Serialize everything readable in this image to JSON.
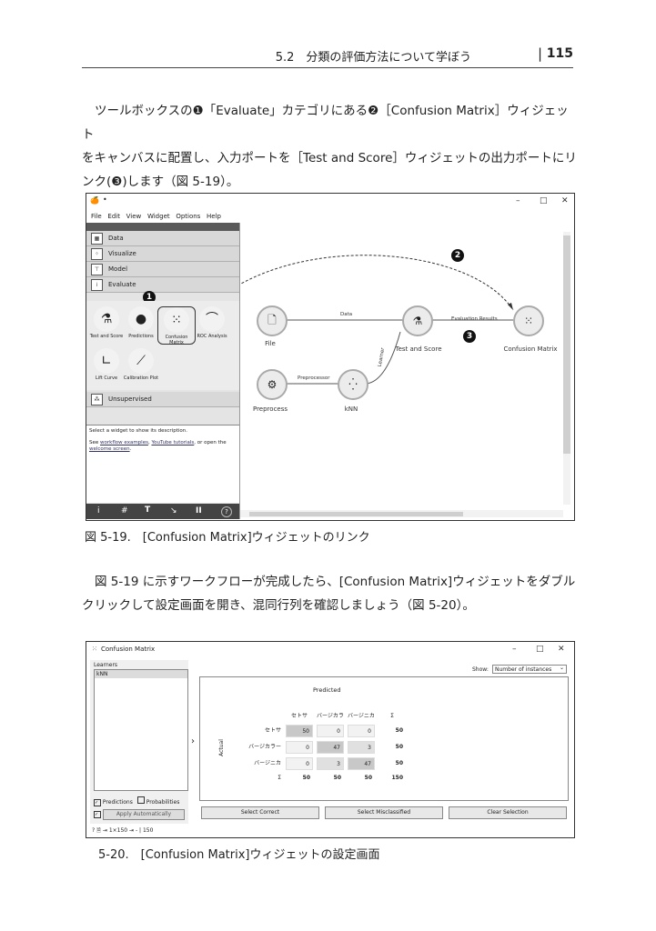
{
  "header": {
    "section": "5.2　分類の評価方法について学ぼう",
    "separator": "|",
    "page": "115"
  },
  "para1": {
    "line1": "ツールボックスの❶「Evaluate」カテゴリにある❷［Confusion Matrix］ウィジェット",
    "line2": "をキャンバスに配置し、入力ポートを［Test and Score］ウィジェットの出力ポートにリ",
    "line3": "ンク(❸)します（図 5-19）。"
  },
  "fig1": {
    "caption": "図 5-19.　[Confusion Matrix]ウィジェットのリンク",
    "window": {
      "title_icon": "orange-icon",
      "title_dot": "•",
      "menu": [
        "File",
        "Edit",
        "View",
        "Widget",
        "Options",
        "Help"
      ],
      "controls": [
        "–",
        "□",
        "✕"
      ],
      "categories": [
        {
          "label": "Data",
          "icon": "table-icon"
        },
        {
          "label": "Visualize",
          "icon": "scatter-icon"
        },
        {
          "label": "Model",
          "icon": "tree-icon"
        },
        {
          "label": "Evaluate",
          "icon": "grid-icon"
        }
      ],
      "unsupervised": "Unsupervised",
      "widgets": [
        {
          "label": "Test and Score",
          "icon": "flask-icon"
        },
        {
          "label": "Predictions",
          "icon": "ball-icon"
        },
        {
          "label": "Confusion Matrix",
          "icon": "matrix-icon"
        },
        {
          "label": "ROC Analysis",
          "icon": "roc-icon"
        },
        {
          "label": "Lift Curve",
          "icon": "lift-icon"
        },
        {
          "label": "Calibration Plot",
          "icon": "calibration-icon"
        }
      ],
      "help": {
        "line1": "Select a widget to show its description.",
        "line2a": "See ",
        "link1": "workflow examples",
        "sep": ", ",
        "link2": "YouTube tutorials",
        "line2b": ", or open the",
        "link3": "welcome screen",
        "end": "."
      },
      "bottom_tools": [
        "i",
        "#",
        "T",
        "↘",
        "II",
        "?"
      ],
      "markers": {
        "m1": "1",
        "m2": "2",
        "m3": "3"
      },
      "nodes": {
        "file": "File",
        "test": "Test and Score",
        "cm": "Confusion Matrix",
        "pre": "Preprocess",
        "knn": "kNN"
      },
      "edges": {
        "data": "Data",
        "eval": "Evaluation Results",
        "learner": "Learner",
        "preproc": "Preprocessor"
      }
    }
  },
  "para2": {
    "line1": "図 5-19 に示すワークフローが完成したら、[Confusion Matrix]ウィジェットをダブル",
    "line2": "クリックして設定画面を開き、混同行列を確認しましょう（図 5-20）。"
  },
  "fig2": {
    "caption": "5-20.　[Confusion Matrix]ウィジェットの設定画面",
    "window": {
      "title": "Confusion Matrix",
      "controls": [
        "–",
        "□",
        "✕"
      ],
      "learners_label": "Learners",
      "learner_item": "kNN",
      "show_label": "Show:",
      "show_value": "Number of instances",
      "predicted": "Predicted",
      "actual": "Actual",
      "col_headers": [
        "セトサ",
        "バージカラー",
        "バージニカ",
        "Σ"
      ],
      "rows": [
        {
          "label": "セトサ",
          "values": [
            "50",
            "0",
            "0",
            "50"
          ]
        },
        {
          "label": "バージカラー",
          "values": [
            "0",
            "47",
            "3",
            "50"
          ]
        },
        {
          "label": "バージニカ",
          "values": [
            "0",
            "3",
            "47",
            "50"
          ]
        },
        {
          "label": "Σ",
          "values": [
            "50",
            "50",
            "50",
            "150"
          ]
        }
      ],
      "chk_predictions": "Predictions",
      "chk_probabilities": "Probabilities",
      "apply": "Apply Automatically",
      "buttons": [
        "Select Correct",
        "Select Misclassified",
        "Clear Selection"
      ],
      "status_in": "1×150",
      "status_out": "- | 150"
    }
  }
}
